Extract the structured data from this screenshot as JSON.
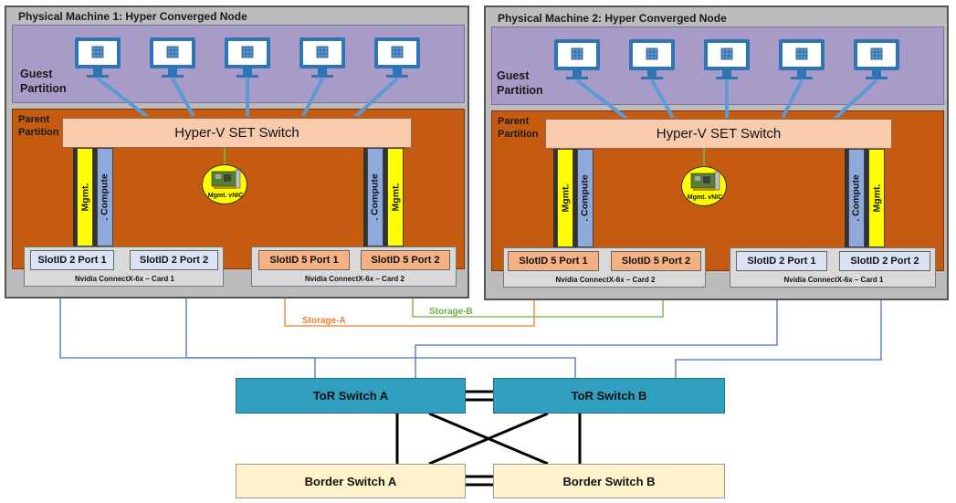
{
  "colors": {
    "machine_bg": "#bcbcbc",
    "guest_bg": "#a89bc8",
    "parent_bg": "#c55a11",
    "set_switch_bg": "#f8cbad",
    "mgmt_bar": "#ffff00",
    "compute_bar": "#8ea9db",
    "port_blue": "#dae3f3",
    "port_orange": "#f4b183",
    "tor_switch": "#31a0c0",
    "border_switch": "#fff2cc",
    "storage_a": "#ed7d31",
    "storage_b": "#70ad47",
    "uplink": "#4472c4"
  },
  "machine1": {
    "title": "Physical Machine 1: Hyper Converged Node",
    "guest_label": "Guest Partition",
    "parent_label": "Parent Partition",
    "switch_label": "Hyper-V SET Switch",
    "vnic_label": "Mgmt. vNIC",
    "left_bars": [
      "Mgmt.",
      ". Compute"
    ],
    "right_bars": [
      ". Compute",
      "Mgmt."
    ],
    "card_left": {
      "label": "Nvidia ConnectX-6x – Card 1",
      "port1": "SlotID 2 Port 1",
      "port2": "SlotID 2 Port 2"
    },
    "card_right": {
      "label": "Nvidia ConnectX-6x – Card 2",
      "port1": "SlotID 5 Port 1",
      "port2": "SlotID 5 Port 2"
    },
    "vm_icons": [
      "vm-monitor-icon",
      "vm-monitor-icon",
      "vm-monitor-icon",
      "vm-monitor-icon",
      "vm-monitor-icon"
    ]
  },
  "machine2": {
    "title": "Physical Machine 2: Hyper Converged Node",
    "guest_label": "Guest Partition",
    "parent_label": "Parent Partition",
    "switch_label": "Hyper-V SET Switch",
    "vnic_label": "Mgmt. vNIC",
    "left_bars": [
      "Mgmt.",
      ". Compute"
    ],
    "right_bars": [
      ". Compute",
      "Mgmt."
    ],
    "card_left": {
      "label": "Nvidia ConnectX-6x – Card 2",
      "port1": "SlotID 5 Port 1",
      "port2": "SlotID 5 Port 2"
    },
    "card_right": {
      "label": "Nvidia ConnectX-6x – Card 1",
      "port1": "SlotID 2 Port 1",
      "port2": "SlotID 2 Port 2"
    },
    "vm_icons": [
      "vm-monitor-icon",
      "vm-monitor-icon",
      "vm-monitor-icon",
      "vm-monitor-icon",
      "vm-monitor-icon"
    ]
  },
  "storage": {
    "a": "Storage-A",
    "b": "Storage-B"
  },
  "switches": {
    "tor_a": "ToR Switch A",
    "tor_b": "ToR Switch B",
    "border_a": "Border Switch A",
    "border_b": "Border Switch B"
  }
}
